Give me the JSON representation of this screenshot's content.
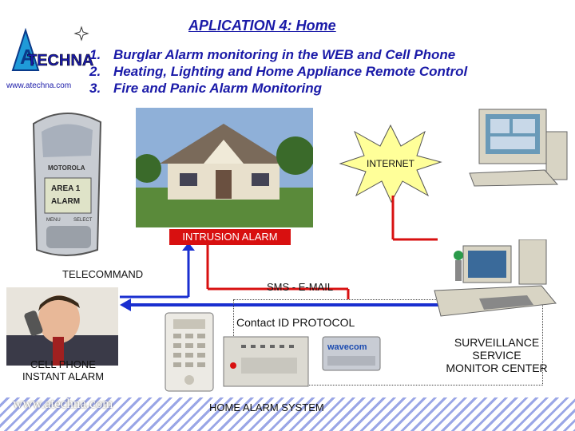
{
  "title": "APLICATION 4: Home",
  "items": [
    {
      "num": "1.",
      "text": "Burglar Alarm monitoring in the WEB and Cell Phone"
    },
    {
      "num": "2.",
      "text": "Heating, Lighting and Home Appliance Remote Control"
    },
    {
      "num": "3.",
      "text": "Fire and Panic Alarm Monitoring"
    }
  ],
  "logo_text": "TECHNA",
  "logo_letter": "A",
  "url_small": "www.atechna.com",
  "url_footer": "www.atechna.com",
  "phone_brand": "MOTOROLA",
  "phone_screen": [
    "AREA 1",
    "ALARM"
  ],
  "phone_keys": [
    "MENU",
    "SELECT"
  ],
  "internet_label": "INTERNET",
  "intrusion_label": "INTRUSION ALARM",
  "telecommand_label": "TELECOMMAND",
  "sms_label": "SMS - E-MAIL",
  "contact_label": "Contact ID PROTOCOL",
  "cell_label": [
    "CELL PHONE",
    "INSTANT ALARM"
  ],
  "home_label": "HOME ALARM SYSTEM",
  "monitor_label": [
    "SURVEILLANCE",
    "SERVICE",
    "MONITOR CENTER"
  ],
  "modem_brand": "wavecom",
  "colors": {
    "blue_text": "#1a1aa8",
    "red": "#d81010",
    "arrow_blue": "#1a2fd0",
    "burst": "#ffff99"
  }
}
